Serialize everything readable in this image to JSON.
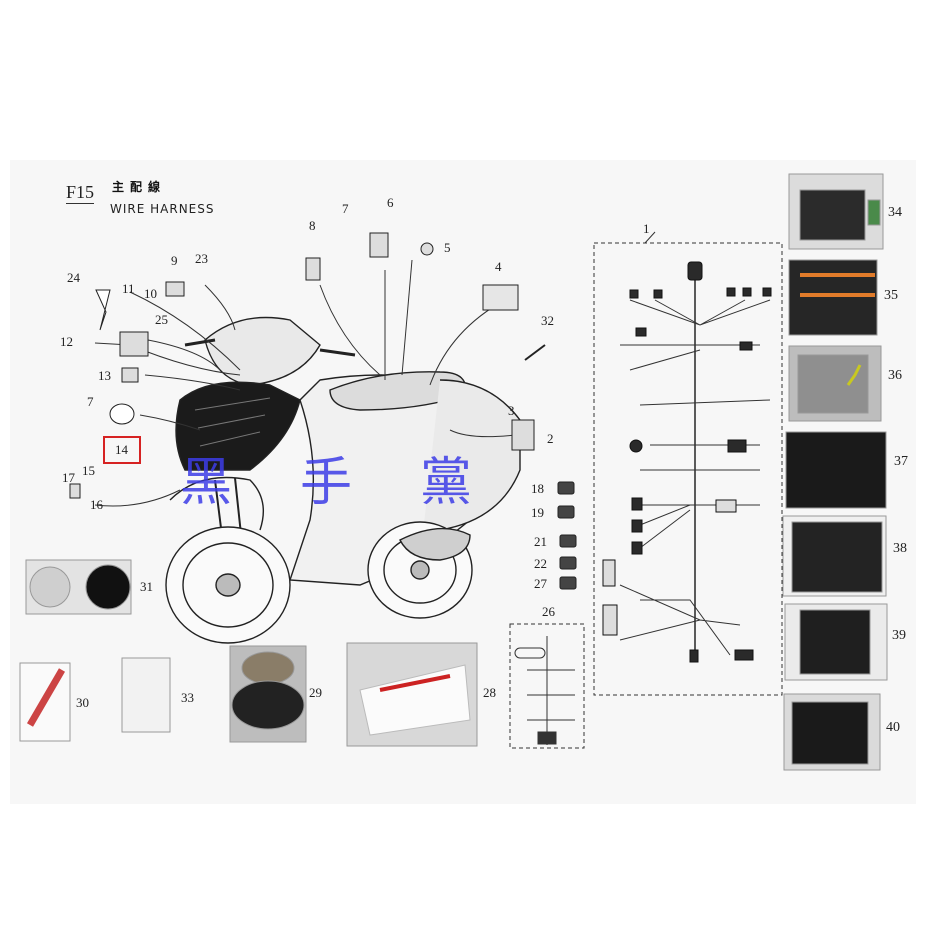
{
  "header": {
    "code": "F15",
    "title_cn": "主配線",
    "title_en": "WIRE HARNESS"
  },
  "watermark": [
    "黑",
    "手",
    "黨"
  ],
  "highlight": {
    "label": "14",
    "color": "#d62222"
  },
  "callouts": {
    "n1": "1",
    "n2": "2",
    "n3": "3",
    "n4": "4",
    "n5": "5",
    "n6": "6",
    "n7a": "7",
    "n7b": "7",
    "n8": "8",
    "n9": "9",
    "n10": "10",
    "n11": "11",
    "n12": "12",
    "n13": "13",
    "n15": "15",
    "n16": "16",
    "n17": "17",
    "n18": "18",
    "n19": "19",
    "n21": "21",
    "n22": "22",
    "n23": "23",
    "n24": "24",
    "n25": "25",
    "n26": "26",
    "n27": "27",
    "n28": "28",
    "n29": "29",
    "n30": "30",
    "n31": "31",
    "n32": "32",
    "n33": "33",
    "n34": "34",
    "n35": "35",
    "n36": "36",
    "n37": "37",
    "n38": "38",
    "n39": "39",
    "n40": "40"
  },
  "photos": {
    "p28": "box-of-fuses-photo",
    "p29": "rubber-grommet-photo",
    "p30": "terminal-tool-photo",
    "p31": "caps-photo",
    "p33": "bag-of-terminals-photo",
    "p34": "connector-photo",
    "p35": "connector-photo",
    "p36": "connector-photo",
    "p37": "connector-photo",
    "p38": "connector-photo",
    "p39": "connector-photo",
    "p40": "connector-photo"
  }
}
